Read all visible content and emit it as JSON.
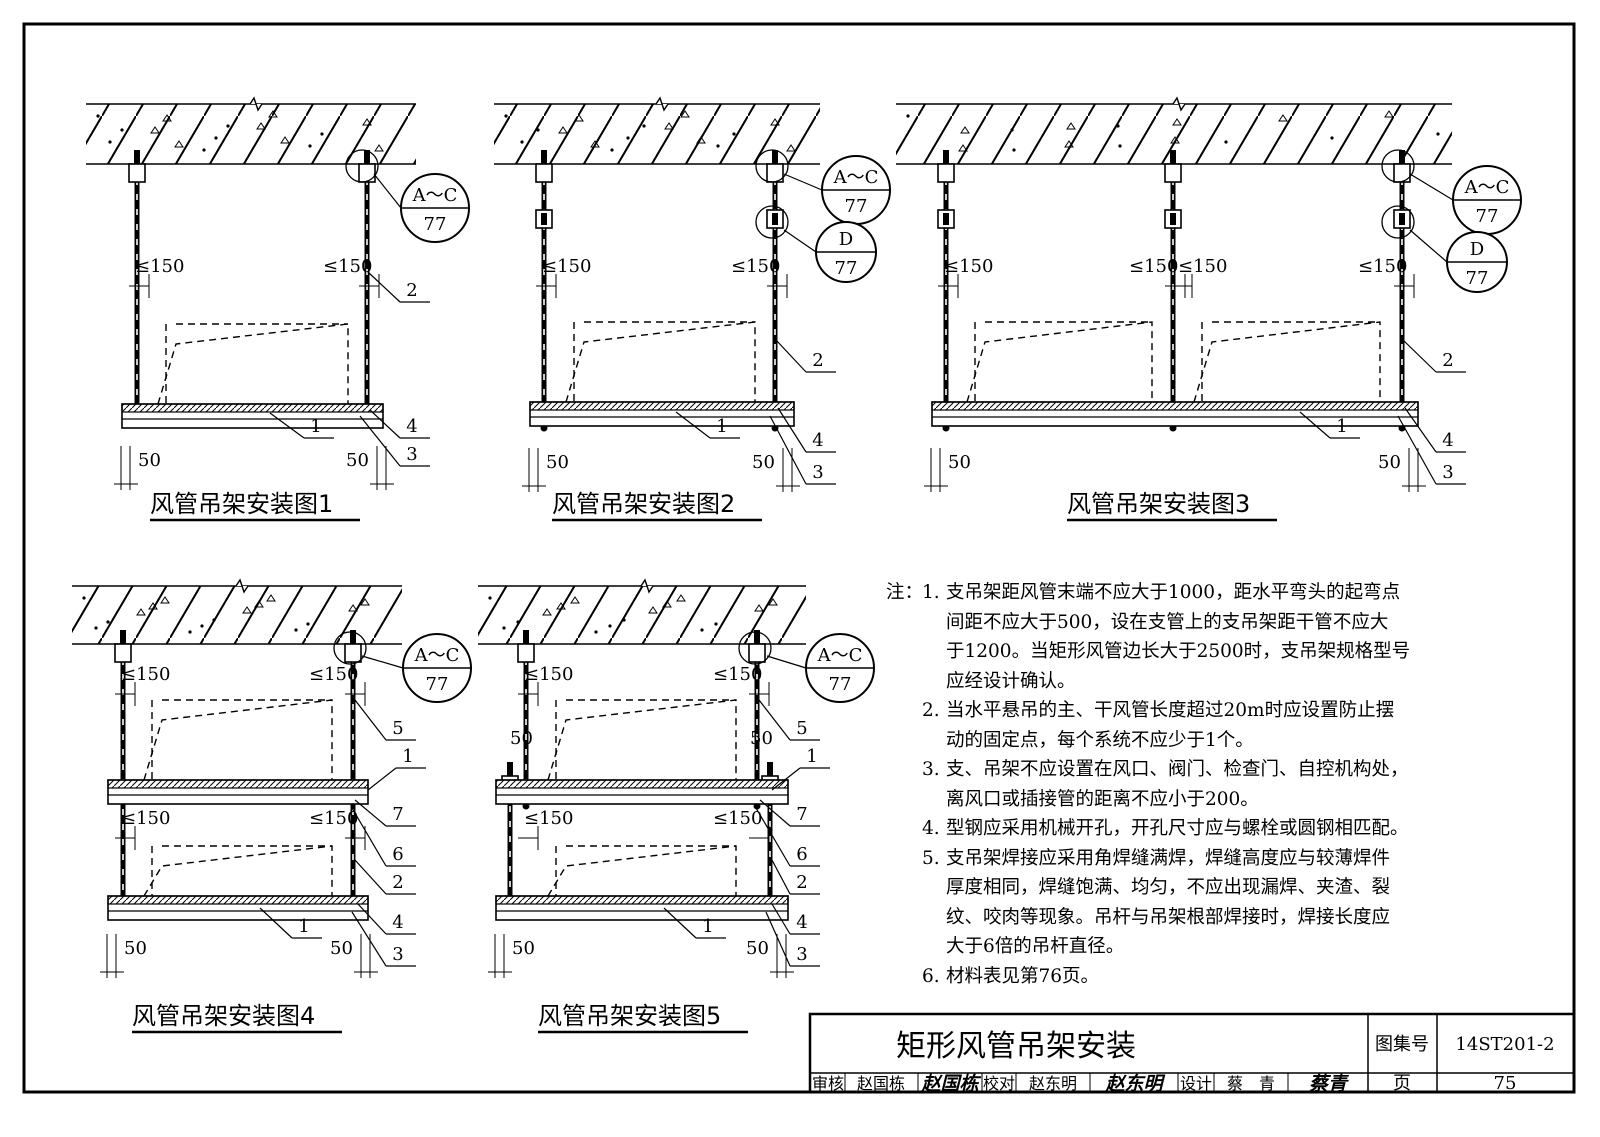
{
  "figures": [
    {
      "title": "风管吊架安装图1",
      "dims": [
        "≤150",
        "≤150",
        "50",
        "50"
      ],
      "labels": [
        "1",
        "2",
        "3",
        "4"
      ],
      "callouts": [
        {
          "top": "A～C",
          "bottom": "77"
        }
      ]
    },
    {
      "title": "风管吊架安装图2",
      "dims": [
        "≤150",
        "≤150",
        "50",
        "50"
      ],
      "labels": [
        "1",
        "2",
        "3",
        "4"
      ],
      "callouts": [
        {
          "top": "A～C",
          "bottom": "77"
        },
        {
          "top": "D",
          "bottom": "77"
        }
      ]
    },
    {
      "title": "风管吊架安装图3",
      "dims": [
        "≤150",
        "≤150",
        "≤150",
        "≤150",
        "50",
        "50"
      ],
      "labels": [
        "1",
        "2",
        "3",
        "4"
      ],
      "callouts": [
        {
          "top": "A～C",
          "bottom": "77"
        },
        {
          "top": "D",
          "bottom": "77"
        }
      ]
    },
    {
      "title": "风管吊架安装图4",
      "dims": [
        "≤150",
        "≤150",
        "≤150",
        "≤150",
        "50",
        "50"
      ],
      "labels": [
        "1",
        "2",
        "3",
        "4",
        "5",
        "6",
        "7"
      ],
      "callouts": [
        {
          "top": "A～C",
          "bottom": "77"
        }
      ]
    },
    {
      "title": "风管吊架安装图5",
      "dims": [
        "≤150",
        "≤150",
        "≤150",
        "≤150",
        "50",
        "50",
        "50",
        "50"
      ],
      "labels": [
        "1",
        "2",
        "3",
        "4",
        "5",
        "6",
        "7"
      ],
      "callouts": [
        {
          "top": "A～C",
          "bottom": "77"
        }
      ]
    }
  ],
  "notes": {
    "heading": "注：",
    "items": [
      {
        "num": "1.",
        "lines": [
          "支吊架距风管末端不应大于1000，距水平弯头的起弯点",
          "间距不应大于500，设在支管上的支吊架距干管不应大",
          "于1200。当矩形风管边长大于2500时，支吊架规格型号",
          "应经设计确认。"
        ]
      },
      {
        "num": "2.",
        "lines": [
          "当水平悬吊的主、干风管长度超过20m时应设置防止摆",
          "动的固定点，每个系统不应少于1个。"
        ]
      },
      {
        "num": "3.",
        "lines": [
          "支、吊架不应设置在风口、阀门、检查门、自控机构处，",
          "离风口或插接管的距离不应小于200。"
        ]
      },
      {
        "num": "4.",
        "lines": [
          "型钢应采用机械开孔，开孔尺寸应与螺栓或圆钢相匹配。"
        ]
      },
      {
        "num": "5.",
        "lines": [
          "支吊架焊接应采用角焊缝满焊，焊缝高度应与较薄焊件",
          "厚度相同，焊缝饱满、均匀，不应出现漏焊、夹渣、裂",
          "纹、咬肉等现象。吊杆与吊架根部焊接时，焊接长度应",
          "大于6倍的吊杆直径。"
        ]
      },
      {
        "num": "6.",
        "lines": [
          "材料表见第76页。"
        ]
      }
    ]
  },
  "title_block": {
    "drawing_title": "矩形风管吊架安装",
    "atlas_label": "图集号",
    "atlas_no": "14ST201-2",
    "page_label": "页",
    "page_no": "75",
    "review_label": "审核",
    "reviewer": "赵国栋",
    "reviewer_signature": "赵国栋",
    "check_label": "校对",
    "checker": "赵东明",
    "checker_signature": "赵东明",
    "design_label": "设计",
    "designer": "蔡　青",
    "designer_signature": "蔡青"
  }
}
